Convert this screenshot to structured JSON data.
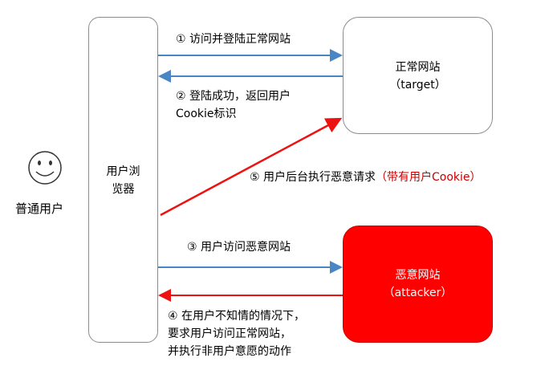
{
  "actor": {
    "label": "普通用户"
  },
  "browser": {
    "line1": "用户浏",
    "line2": "览器"
  },
  "normal_site": {
    "title": "正常网站",
    "subtitle": "（target）"
  },
  "evil_site": {
    "title": "恶意网站",
    "subtitle": "（attacker）"
  },
  "steps": {
    "s1": "① 访问并登陆正常网站",
    "s2_line1": "② 登陆成功，返回用户",
    "s2_line2": "Cookie标识",
    "s3": "③ 用户访问恶意网站",
    "s4_line1": "④ 在用户不知情的情况下，",
    "s4_line2": "要求用户访问正常网站，",
    "s4_line3": "并执行非用户意愿的动作",
    "s5_main": "⑤ 用户后台执行恶意请求",
    "s5_note": "（带有用户Cookie）"
  },
  "colors": {
    "blue_arrow": "#4a86c5",
    "red_arrow": "#ee1111",
    "evil_fill": "#ff0000",
    "note_red": "#cc0000"
  }
}
